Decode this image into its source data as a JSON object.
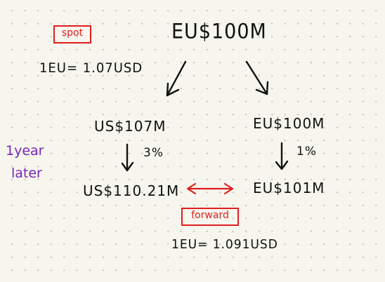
{
  "spot_label": "spot",
  "forward_label": "forward",
  "start_amount": "EU$100M",
  "spot_rate": "1EU= 1.07USD",
  "usd_amount": "US$107M",
  "eu_amount": "EU$100M",
  "usd_rate": "3%",
  "eu_rate": "1%",
  "time_label_line1": "1year",
  "time_label_line2": "later",
  "usd_result": "US$110.21M",
  "eu_result": "EU$101M",
  "forward_rate": "1EU= 1.091USD",
  "colors": {
    "ink": "#111111",
    "red": "#e11e1e",
    "purple": "#7a23b8"
  },
  "icons": [
    "arrow-down-left-icon",
    "arrow-down-right-icon",
    "arrow-down-icon",
    "double-arrow-icon"
  ]
}
